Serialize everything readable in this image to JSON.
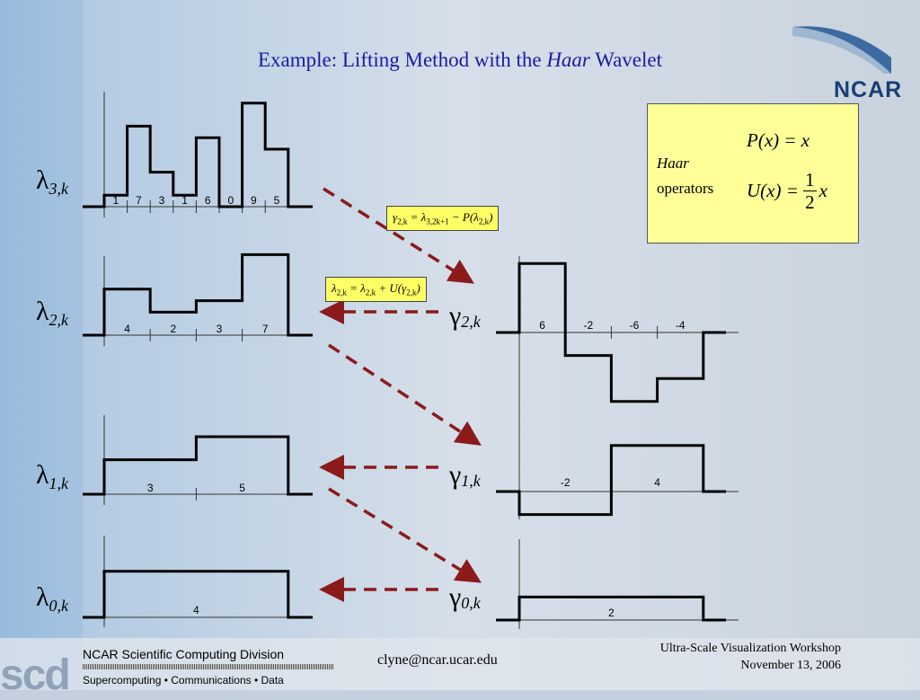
{
  "title": {
    "prefix": "Example: Lifting Method with the ",
    "italic": "Haar",
    "suffix": " Wavelet"
  },
  "logo": {
    "text": "NCAR"
  },
  "lambda_labels": [
    {
      "sym": "λ",
      "sub": "3,k"
    },
    {
      "sym": "λ",
      "sub": "2,k"
    },
    {
      "sym": "λ",
      "sub": "1,k"
    },
    {
      "sym": "λ",
      "sub": "0,k"
    }
  ],
  "gamma_labels": [
    {
      "sym": "γ",
      "sub": "2,k"
    },
    {
      "sym": "γ",
      "sub": "1,k"
    },
    {
      "sym": "γ",
      "sub": "0,k"
    }
  ],
  "signals": {
    "lambda3": [
      1,
      7,
      3,
      1,
      6,
      0,
      9,
      5
    ],
    "lambda2": [
      4,
      2,
      3,
      7
    ],
    "lambda1": [
      3,
      5
    ],
    "lambda0": [
      4
    ],
    "gamma2": [
      6,
      -2,
      -6,
      -4
    ],
    "gamma1": [
      -2,
      4
    ],
    "gamma0": [
      2
    ]
  },
  "value_labels": {
    "lambda3": [
      "1",
      "7",
      "3",
      "1",
      "6",
      "0",
      "9",
      "5"
    ],
    "lambda2": [
      "4",
      "2",
      "3",
      "7"
    ],
    "lambda1": [
      "3",
      "5"
    ],
    "lambda0": [
      "4"
    ],
    "gamma2": [
      "6",
      "-2",
      "-6",
      "-4"
    ],
    "gamma1": [
      "-2",
      "4"
    ],
    "gamma0": [
      "2"
    ]
  },
  "predict_formula": {
    "g": "γ",
    "gsub": "2,k",
    "eq": " = ",
    "l": "λ",
    "lsub": "3,2k+1",
    "minus": " − P(",
    "l2": "λ",
    "l2sub": "2,k",
    "close": ")"
  },
  "update_formula": {
    "l": "λ",
    "lsub": "2,k",
    "eq": " = ",
    "l2": "λ",
    "l2sub": "2,k",
    "plus": " + U(",
    "g": "γ",
    "gsub": "2,k",
    "close": ")"
  },
  "operators": {
    "label_italic": "Haar",
    "label": "operators",
    "p_lhs": "P(x) = x",
    "u_lhs": "U(x) = ",
    "u_num": "1",
    "u_den": "2",
    "u_var": "x"
  },
  "footer": {
    "division": "NCAR Scientific Computing Division",
    "tagline": "Supercomputing • Communications • Data",
    "email": "clyne@ncar.ucar.edu",
    "workshop": "Ultra-Scale Visualization Workshop",
    "date": "November 13, 2006",
    "scd": "scd"
  },
  "colors": {
    "arrow": "#8b1a1a",
    "title": "#1a1aa6",
    "formula_bg": "#ffff66",
    "box_bg": "#ffff99"
  }
}
